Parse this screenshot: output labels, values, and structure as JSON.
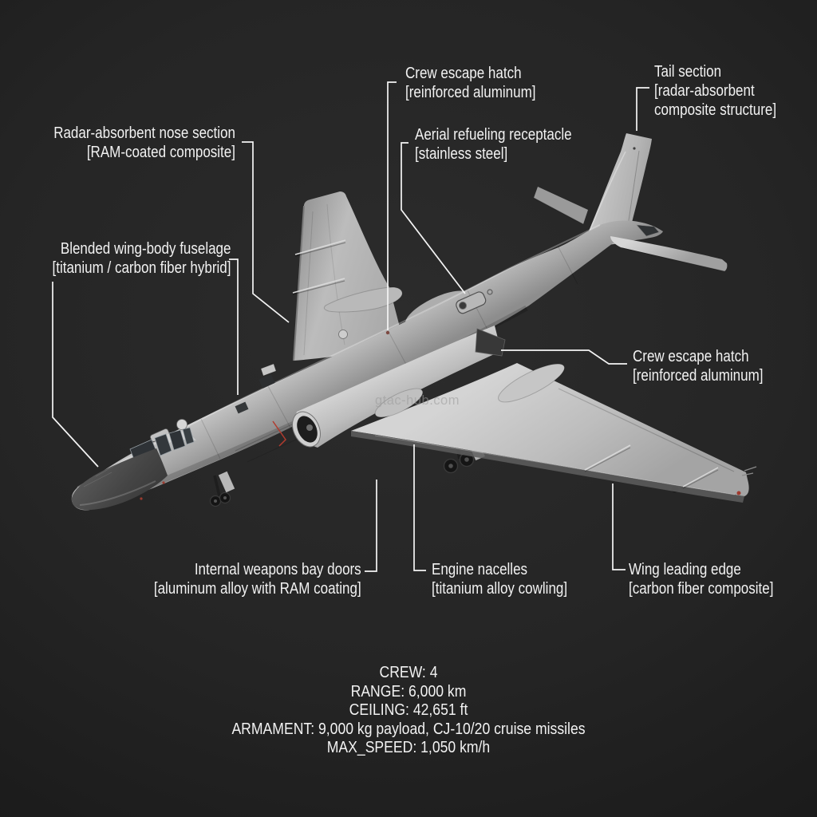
{
  "colors": {
    "background": "#252525",
    "text": "#f2f2f2",
    "leader_line": "#f5f5f5",
    "aircraft_silver": "#c4c4c4",
    "radome_dark": "#454545",
    "accent_red": "#a03a2e",
    "watermark_gray": "#9a9a9a"
  },
  "watermark": "gtac-hub.com",
  "labels": {
    "crew_escape_top": {
      "lines": [
        "Crew escape hatch",
        "[reinforced aluminum]"
      ]
    },
    "aerial_refueling": {
      "lines": [
        "Aerial refueling receptacle",
        "[stainless steel]"
      ]
    },
    "tail_section": {
      "lines": [
        "Tail section",
        "[radar-absorbent",
        "composite structure]"
      ]
    },
    "nose_section": {
      "lines": [
        "Radar-absorbent nose section",
        "[RAM-coated composite]"
      ]
    },
    "blended_fuselage": {
      "lines": [
        "Blended wing-body fuselage",
        "[titanium / carbon fiber hybrid]"
      ]
    },
    "crew_escape_right": {
      "lines": [
        "Crew escape hatch",
        "[reinforced aluminum]"
      ]
    },
    "weapons_bay": {
      "lines": [
        "Internal weapons bay doors",
        "[aluminum alloy with RAM coating]"
      ]
    },
    "engine_nacelles": {
      "lines": [
        "Engine nacelles",
        "[titanium alloy cowling]"
      ]
    },
    "wing_leading_edge": {
      "lines": [
        "Wing leading edge",
        "[carbon fiber composite]"
      ]
    }
  },
  "specs": {
    "lines": [
      "CREW: 4",
      "RANGE: 6,000 km",
      "CEILING: 42,651 ft",
      "ARMAMENT: 9,000 kg payload, CJ-10/20 cruise missiles",
      "MAX_SPEED: 1,050 km/h"
    ]
  }
}
